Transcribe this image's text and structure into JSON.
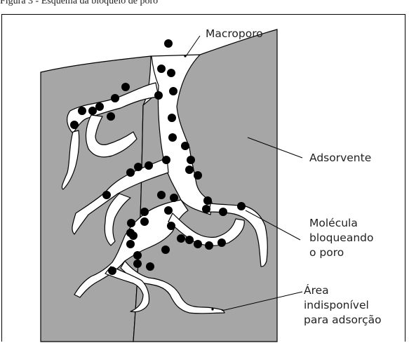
{
  "caption": "Figura 3 - Esquema da bloqueio de poro",
  "labels": {
    "macroporo": "Macroporo",
    "adsorvente": "Adsorvente",
    "molecula": [
      "Molécula",
      "bloqueando",
      "o poro"
    ],
    "area": [
      "Área",
      "indisponível",
      "para adsorção"
    ]
  },
  "colors": {
    "adsorbent": "#a6a6a6",
    "pore": "#ffffff",
    "molecule": "#000000"
  }
}
